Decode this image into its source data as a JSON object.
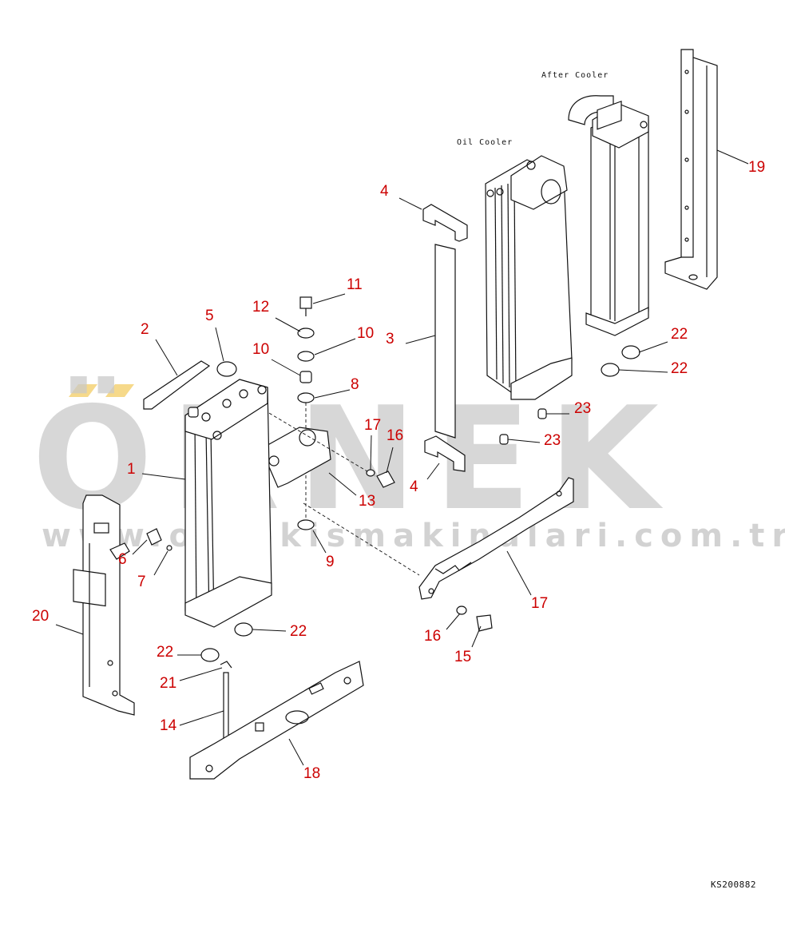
{
  "captions": {
    "after_cooler": "After Cooler",
    "oil_cooler": "Oil Cooler"
  },
  "drawing_code": "KS200882",
  "watermark": {
    "brand": "ÖRNEK",
    "url": "www.ornekismakinalari.com.tr",
    "accent_color": "#f6d98a"
  },
  "callouts": [
    "1",
    "2",
    "3",
    "4",
    "4",
    "5",
    "6",
    "7",
    "8",
    "9",
    "10",
    "10",
    "11",
    "12",
    "13",
    "14",
    "15",
    "16",
    "16",
    "17",
    "17",
    "18",
    "19",
    "20",
    "21",
    "22",
    "22",
    "22",
    "22",
    "23",
    "23"
  ],
  "colors": {
    "callout": "#cc0000",
    "lines": "#111111",
    "watermark": "#c9c9c9"
  }
}
